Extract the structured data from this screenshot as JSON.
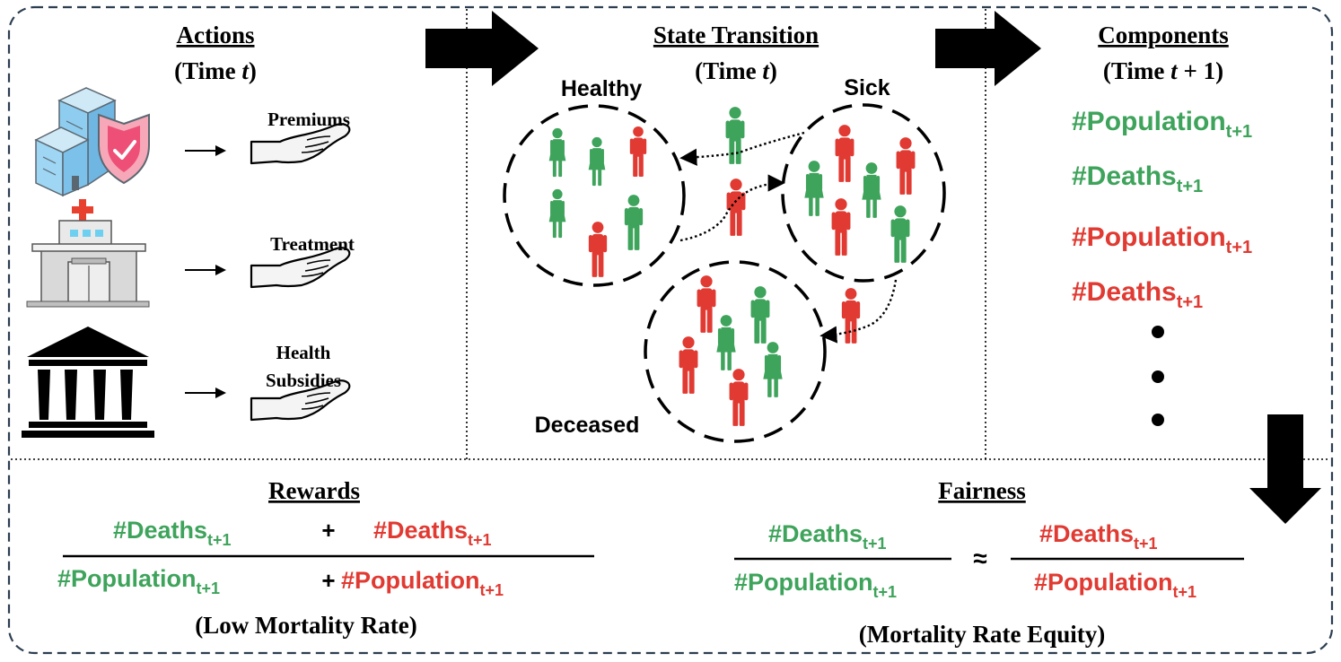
{
  "colors": {
    "green": "#3ea35b",
    "red": "#e03a32",
    "black": "#000000"
  },
  "actions": {
    "title": "Actions",
    "time": "(Time ",
    "time_var": "t",
    "time_close": ")",
    "items": [
      {
        "icon": "insurance-building-icon",
        "label": "Premiums"
      },
      {
        "icon": "hospital-icon",
        "label": "Treatment"
      },
      {
        "icon": "government-building-icon",
        "label_line1": "Health",
        "label_line2": "Subsidies"
      }
    ]
  },
  "transition": {
    "title": "State Transition",
    "time": "(Time ",
    "time_var": "t",
    "time_close": ")",
    "healthy": "Healthy",
    "sick": "Sick",
    "deceased": "Deceased"
  },
  "components": {
    "title": "Components",
    "time": "(Time ",
    "time_var": "t",
    "time_rest": " + 1)",
    "items": [
      {
        "text": "#Population",
        "sub": "t+1",
        "color": "green"
      },
      {
        "text": "#Deaths",
        "sub": "t+1",
        "color": "green"
      },
      {
        "text": "#Population",
        "sub": "t+1",
        "color": "red"
      },
      {
        "text": "#Deaths",
        "sub": "t+1",
        "color": "red"
      }
    ]
  },
  "rewards": {
    "title": "Rewards",
    "num_left": "#Deaths",
    "num_right": "#Deaths",
    "den_left": "#Population",
    "den_right": "#Population",
    "sub": "t+1",
    "plus": "+",
    "caption": "(Low Mortality Rate)"
  },
  "fairness": {
    "title": "Fairness",
    "num_left": "#Deaths",
    "num_right": "#Deaths",
    "den_left": "#Population",
    "den_right": "#Population",
    "sub": "t+1",
    "approx": "≈",
    "caption": "(Mortality Rate Equity)"
  }
}
